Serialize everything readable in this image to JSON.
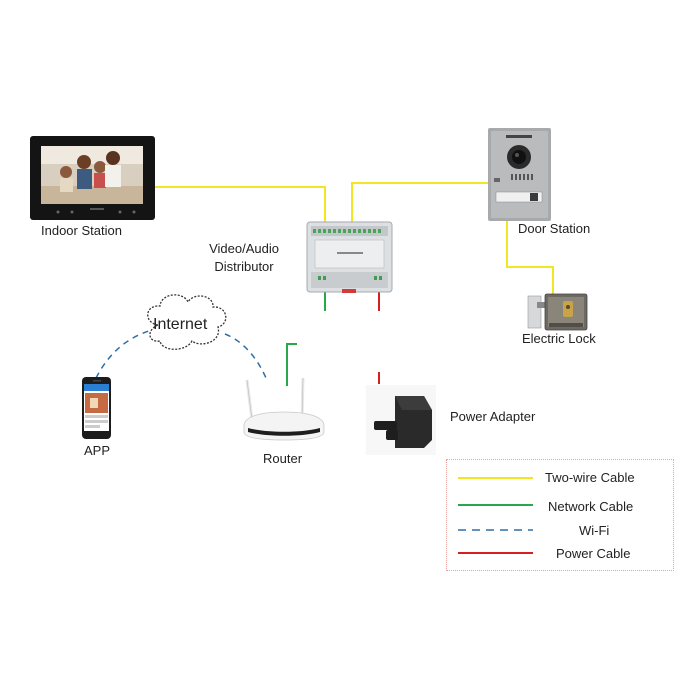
{
  "devices": {
    "indoor_station": "Indoor Station",
    "door_station": "Door Station",
    "distributor": "Video/Audio\nDistributor",
    "electric_lock": "Electric Lock",
    "router": "Router",
    "power_adapter": "Power Adapter",
    "app": "APP",
    "internet": "Internet"
  },
  "legend": {
    "items": [
      {
        "label": "Two-wire Cable",
        "color": "#f2e622",
        "style": "solid"
      },
      {
        "label": "Network Cable",
        "color": "#27a84a",
        "style": "solid"
      },
      {
        "label": "Wi-Fi",
        "color": "#2f6fa8",
        "style": "dashed"
      },
      {
        "label": "Power Cable",
        "color": "#d42020",
        "style": "solid"
      }
    ]
  },
  "colors": {
    "two_wire": "#f2e622",
    "network": "#27a84a",
    "wifi": "#2f6fa8",
    "power": "#d42020"
  }
}
